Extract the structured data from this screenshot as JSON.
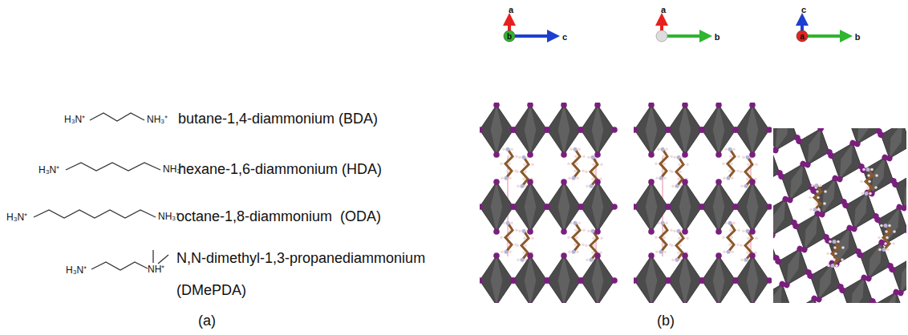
{
  "diagram": {
    "labels": [
      "H₃N⁺",
      "NH₃⁺",
      "butane-1,4-diammonium (BDA)",
      "H₃N⁺",
      "NH₃⁺",
      "hexane-1,6-diammonium (HDA)",
      "H₃N⁺",
      "NH₃⁺",
      "octane-1,8-diammonium  (ODA)",
      "H₃N⁺",
      "NH⁺",
      "N,N-dimethyl-1,3-propanediammonium (DMePDA)",
      "(a)",
      "(b)",
      "a",
      "c",
      "b",
      "a",
      "b",
      "c",
      "b",
      "a"
    ]
  }
}
